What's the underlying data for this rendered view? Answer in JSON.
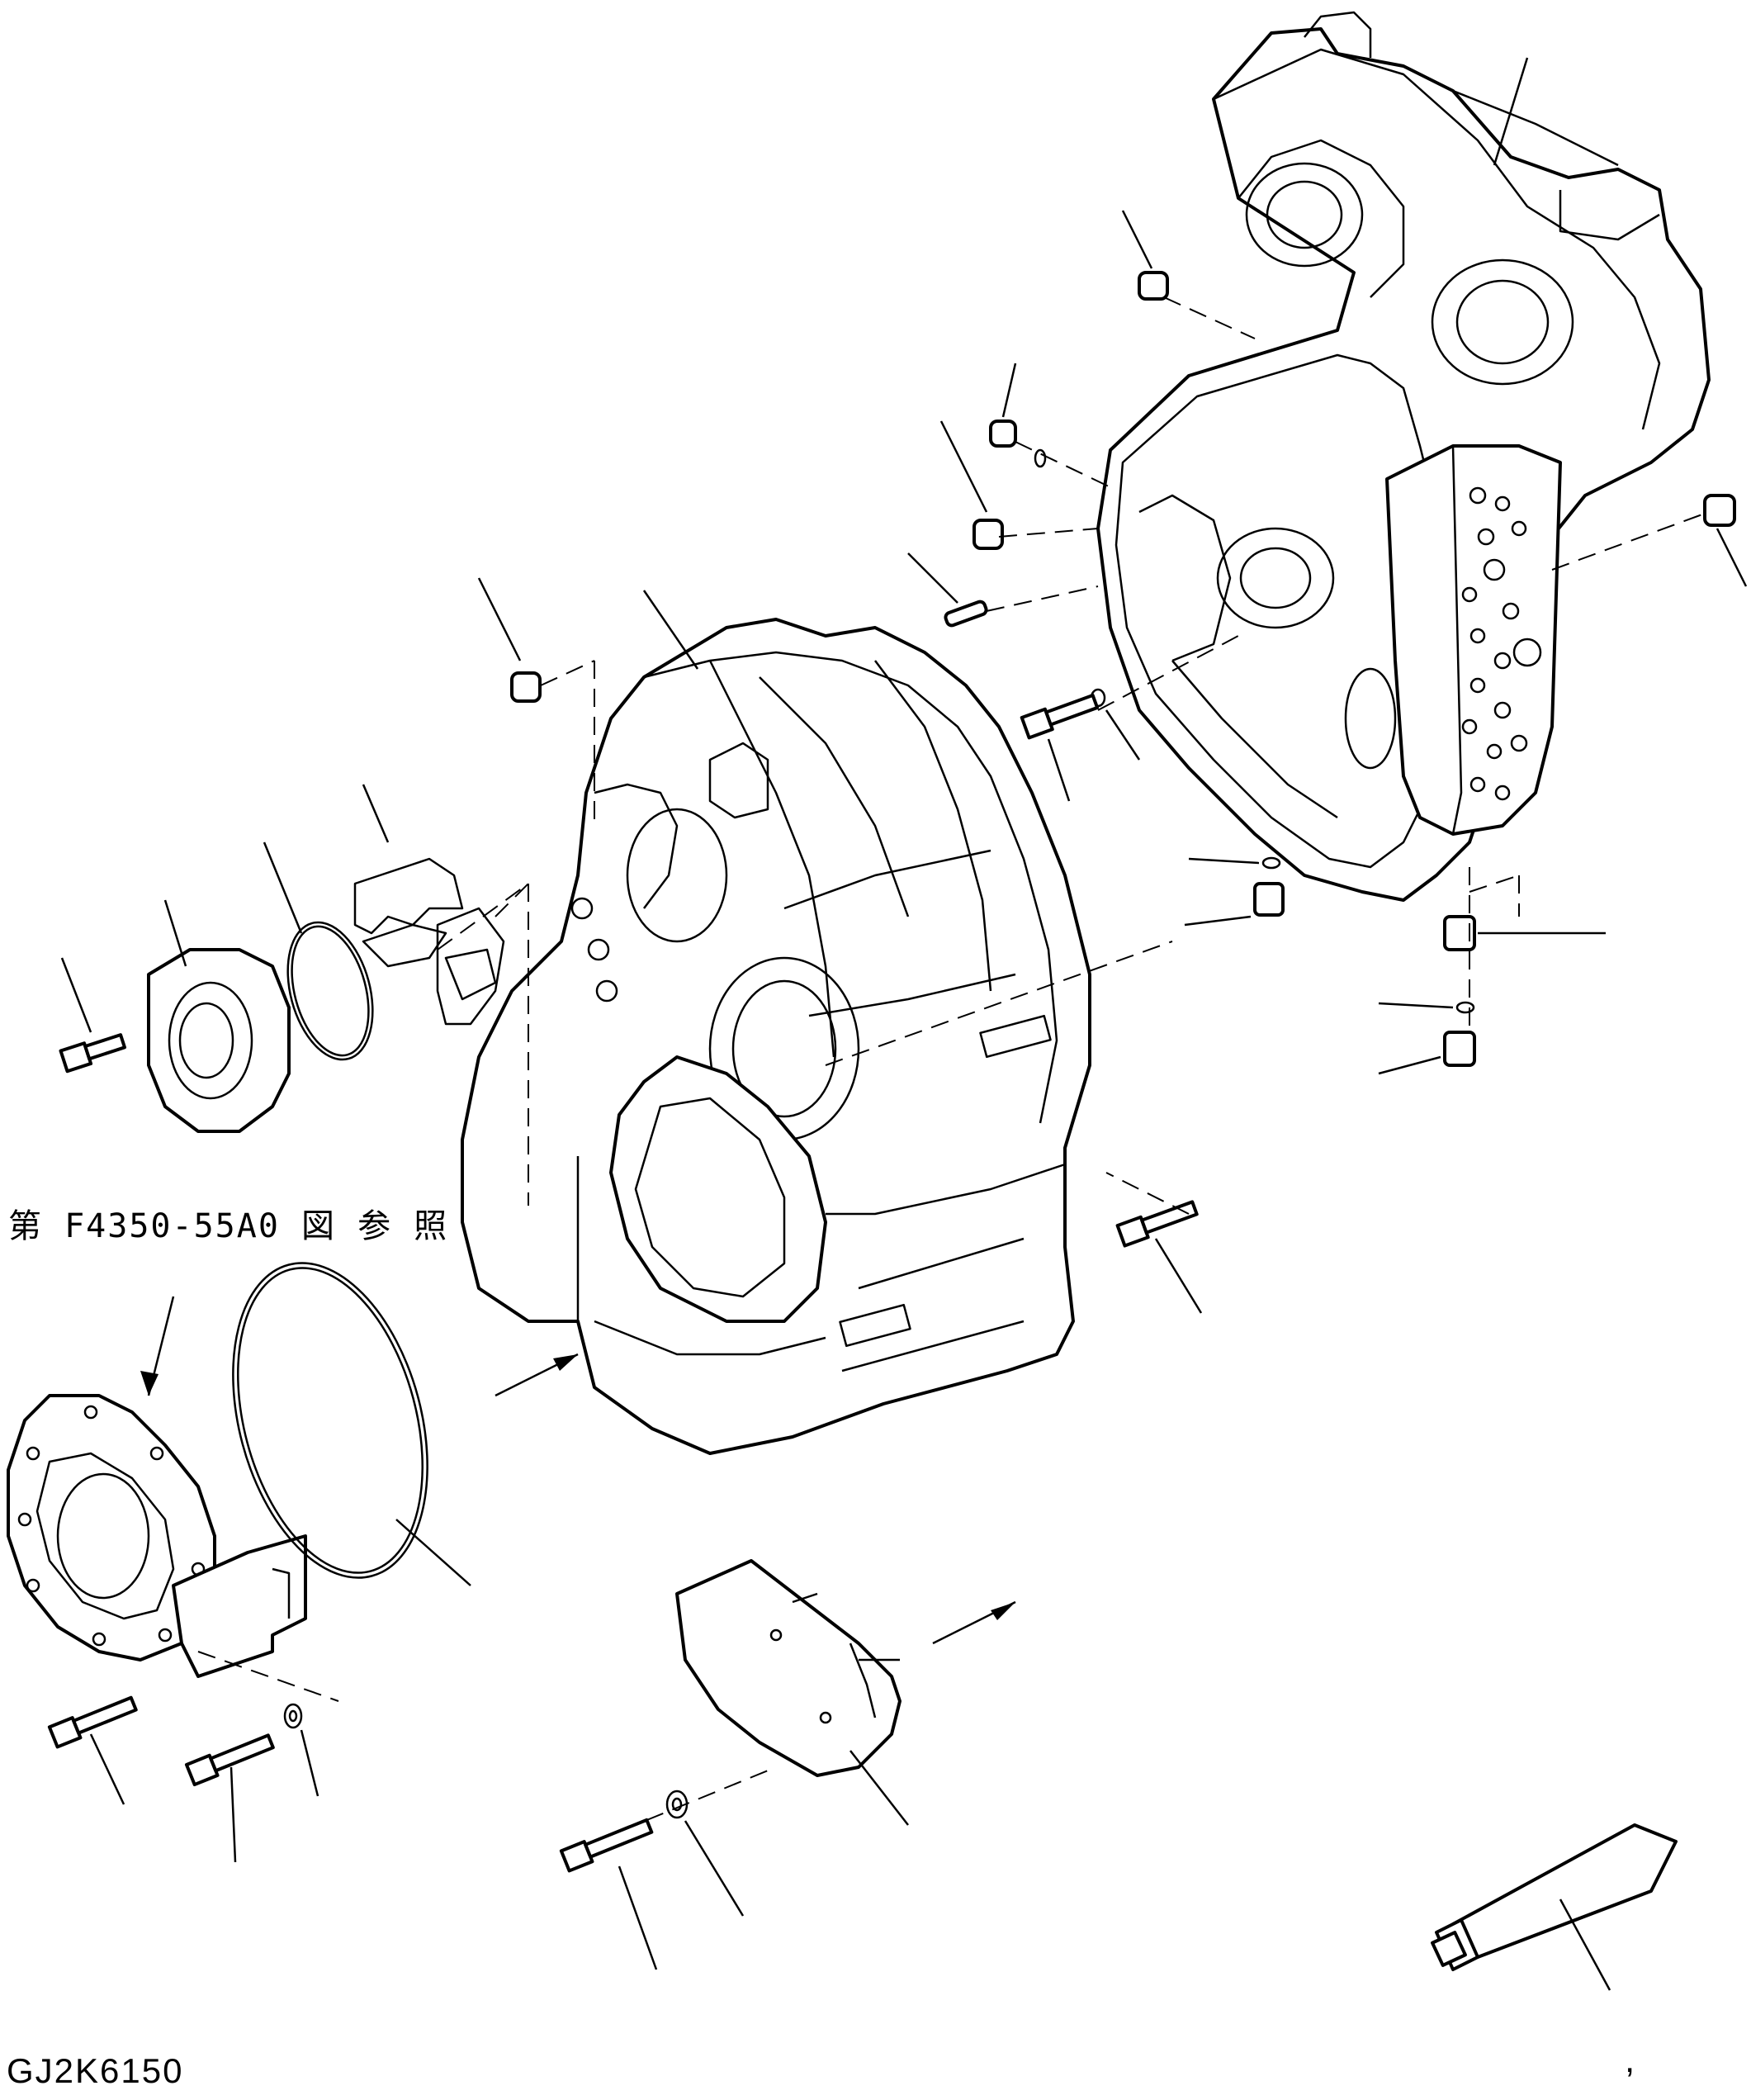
{
  "figure": {
    "reference_note": "第 F4350-55A0 図 参 照",
    "drawing_code": "GJ2K6150",
    "corner_mark": ","
  },
  "parts": [
    "rear-housing-case",
    "front-transmission-case",
    "front-cover-with-flange",
    "o-ring-large",
    "cover-plate",
    "o-ring-small",
    "bearing-cover",
    "shim-plates",
    "plugs",
    "dowel-pins",
    "bolts",
    "washers",
    "cradle-cover",
    "sealant-tube"
  ]
}
